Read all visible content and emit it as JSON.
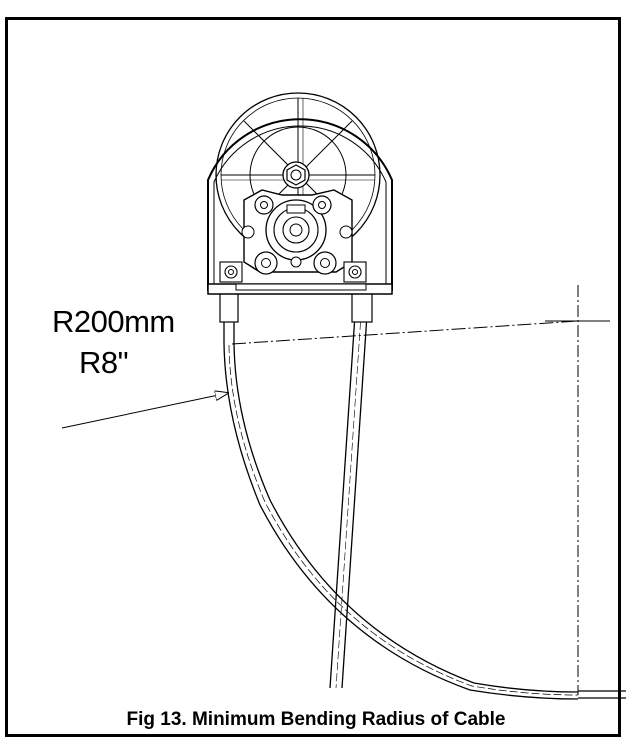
{
  "diagram": {
    "radius_metric": "R200mm",
    "radius_imperial": "R8\"",
    "caption": "Fig 13. Minimum Bending Radius of Cable"
  }
}
